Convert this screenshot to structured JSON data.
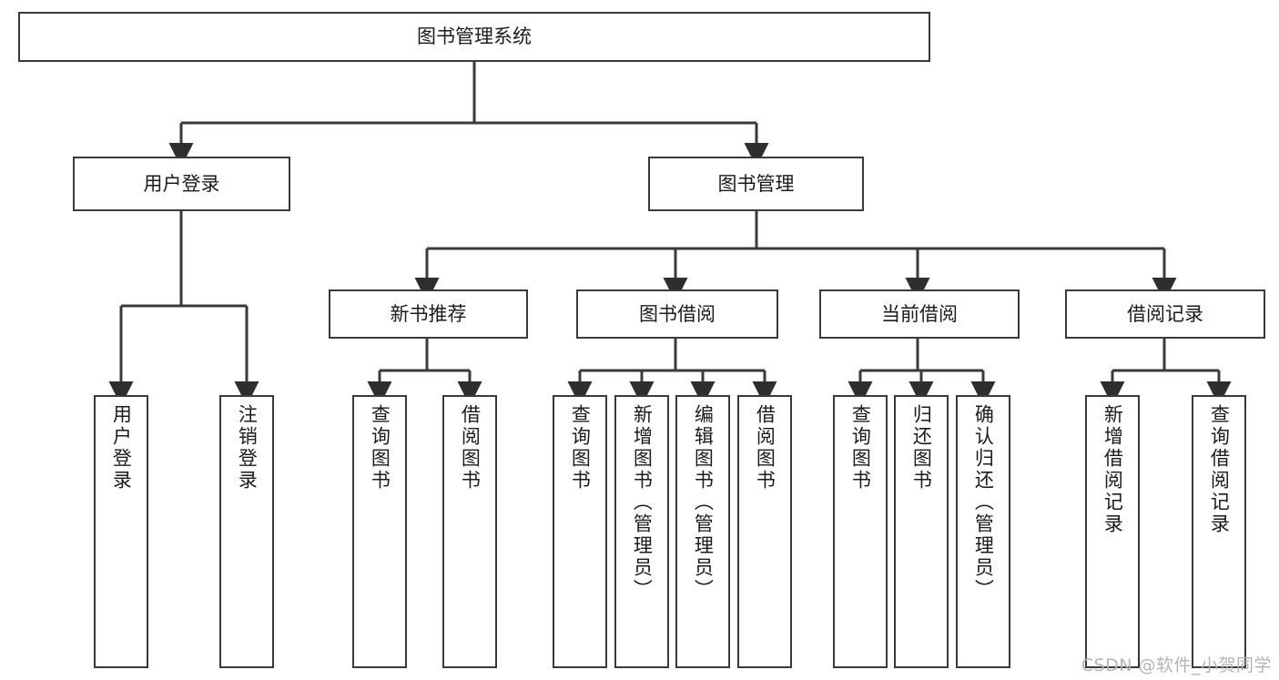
{
  "diagram": {
    "title": "图书管理系统",
    "type": "tree-hierarchy-diagram",
    "line_color": "#3a3a3a",
    "box_fill": "#ffffff",
    "text_color": "#1b1b1b",
    "watermark": "CSDN @软件_小贺同学"
  },
  "nodes": {
    "root": {
      "label": "图书管理系统"
    },
    "level2": [
      {
        "label": "用户登录"
      },
      {
        "label": "图书管理"
      }
    ],
    "level3": [
      {
        "label": "新书推荐"
      },
      {
        "label": "图书借阅"
      },
      {
        "label": "当前借阅"
      },
      {
        "label": "借阅记录"
      }
    ],
    "leaves_user_login": [
      {
        "label": "用户登录"
      },
      {
        "label": "注销登录"
      }
    ],
    "leaves_new_book": [
      {
        "label": "查询图书"
      },
      {
        "label": "借阅图书"
      }
    ],
    "leaves_borrow": [
      {
        "label": "查询图书"
      },
      {
        "label": "新增图书（管理员）"
      },
      {
        "label": "编辑图书（管理员）"
      },
      {
        "label": "借阅图书"
      }
    ],
    "leaves_current": [
      {
        "label": "查询图书"
      },
      {
        "label": "归还图书"
      },
      {
        "label": "确认归还（管理员）"
      }
    ],
    "leaves_records": [
      {
        "label": "新增借阅记录"
      },
      {
        "label": "查询借阅记录"
      }
    ]
  }
}
